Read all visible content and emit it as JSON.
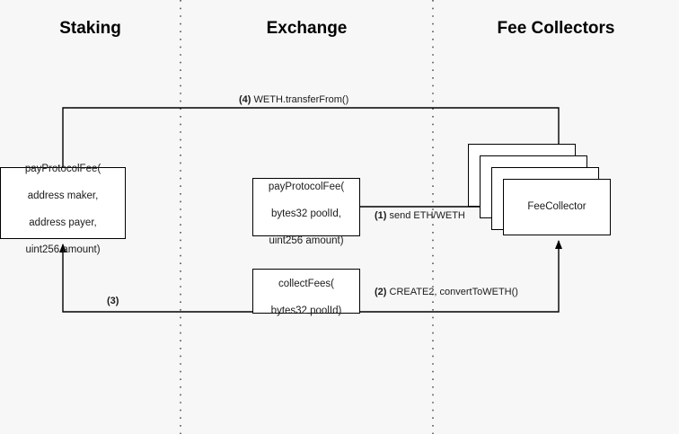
{
  "lanes": [
    {
      "id": "staking",
      "title": "Staking"
    },
    {
      "id": "exchange",
      "title": "Exchange"
    },
    {
      "id": "fee",
      "title": "Fee Collectors"
    }
  ],
  "nodes": {
    "staking_pay_protocol_fee": {
      "line1": "payProtocolFee(",
      "line2": "address maker,",
      "line3": "address payer,",
      "line4": "uint256 amount)"
    },
    "exchange_pay_protocol_fee": {
      "line1": "payProtocolFee(",
      "line2": "bytes32 poolId,",
      "line3": "uint256 amount)"
    },
    "exchange_collect_fees": {
      "line1": "collectFees(",
      "line2": "bytes32 poolId)"
    },
    "fee_collector": {
      "label": "FeeCollector"
    }
  },
  "edges": [
    {
      "id": "edge-1",
      "number": "(1)",
      "text": " send ETH/WETH"
    },
    {
      "id": "edge-2",
      "number": "(2)",
      "text": " CREATE2, convertToWETH()"
    },
    {
      "id": "edge-3",
      "number": "(3)",
      "text": ""
    },
    {
      "id": "edge-4",
      "number": "(4)",
      "text": " WETH.transferFrom()"
    }
  ],
  "colors": {
    "background": "#f7f7f7",
    "node_fill": "#ffffff",
    "stroke": "#000000",
    "text": "#1a1a1a",
    "divider": "#666666"
  }
}
